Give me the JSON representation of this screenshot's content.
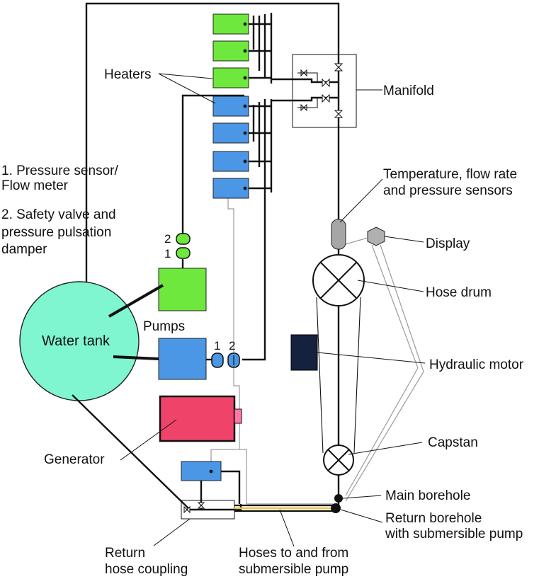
{
  "labels": {
    "heaters": "Heaters",
    "manifold": "Manifold",
    "pressure_sensor_line1": "1. Pressure sensor/",
    "pressure_sensor_line2": "Flow meter",
    "safety_valve_line1": "2. Safety valve and",
    "safety_valve_line2": "pressure pulsation",
    "safety_valve_line3": "damper",
    "temp_sensors_line1": "Temperature, flow rate",
    "temp_sensors_line2": "and pressure sensors",
    "display": "Display",
    "hose_drum": "Hose drum",
    "water_tank": "Water tank",
    "pumps": "Pumps",
    "hydraulic_motor": "Hydraulic motor",
    "generator": "Generator",
    "capstan": "Capstan",
    "main_borehole": "Main borehole",
    "return_borehole_line1": "Return borehole",
    "return_borehole_line2": "with submersible pump",
    "return_coupling_line1": "Return",
    "return_coupling_line2": "hose coupling",
    "hoses_line1": "Hoses to and from",
    "hoses_line2": "submersible pump",
    "num_2_top": "2",
    "num_1_top": "1",
    "num_1_low": "1",
    "num_2_low": "2"
  },
  "colors": {
    "heater_green": "#6ee83c",
    "heater_blue": "#4b97e6",
    "pump_green": "#6ee83c",
    "pump_blue": "#4b97e6",
    "tank": "#7ff5d0",
    "generator": "#f0436a",
    "generator_port": "#ff77a8",
    "hydraulic_motor": "#16213f",
    "sensor_gray": "#a6a6a6",
    "hose_yellow": "#e8c640"
  }
}
